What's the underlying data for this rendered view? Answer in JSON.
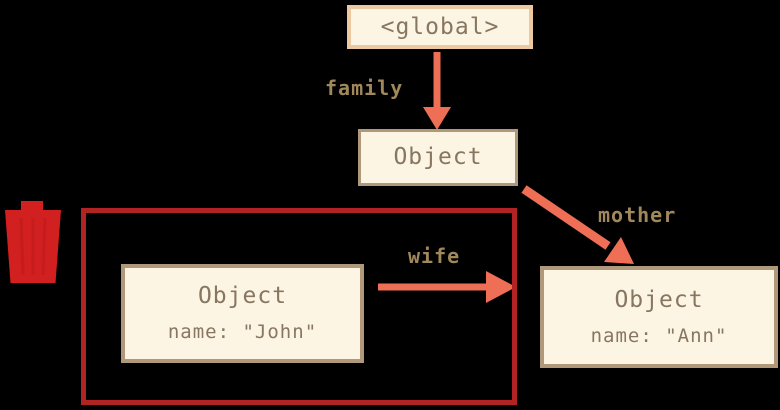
{
  "colors": {
    "bg": "#000000",
    "paper": "#fdf5e3",
    "border-light": "#ecc9a0",
    "border-dark": "#b0997a",
    "ink": "#877660",
    "label": "#a1885c",
    "arrow": "#ee6f55",
    "delete": "#b22424",
    "trash": "#d21f1f",
    "trash-stripe": "#bc1a1a"
  },
  "nodes": {
    "global": {
      "label": "<global>"
    },
    "family": {
      "label": "Object"
    },
    "john": {
      "label": "Object",
      "property": "name: \"John\""
    },
    "ann": {
      "label": "Object",
      "property": "name: \"Ann\""
    }
  },
  "edges": {
    "family": {
      "label": "family"
    },
    "wife": {
      "label": "wife"
    },
    "mother": {
      "label": "mother"
    }
  },
  "icons": {
    "trash": "trash-can"
  }
}
